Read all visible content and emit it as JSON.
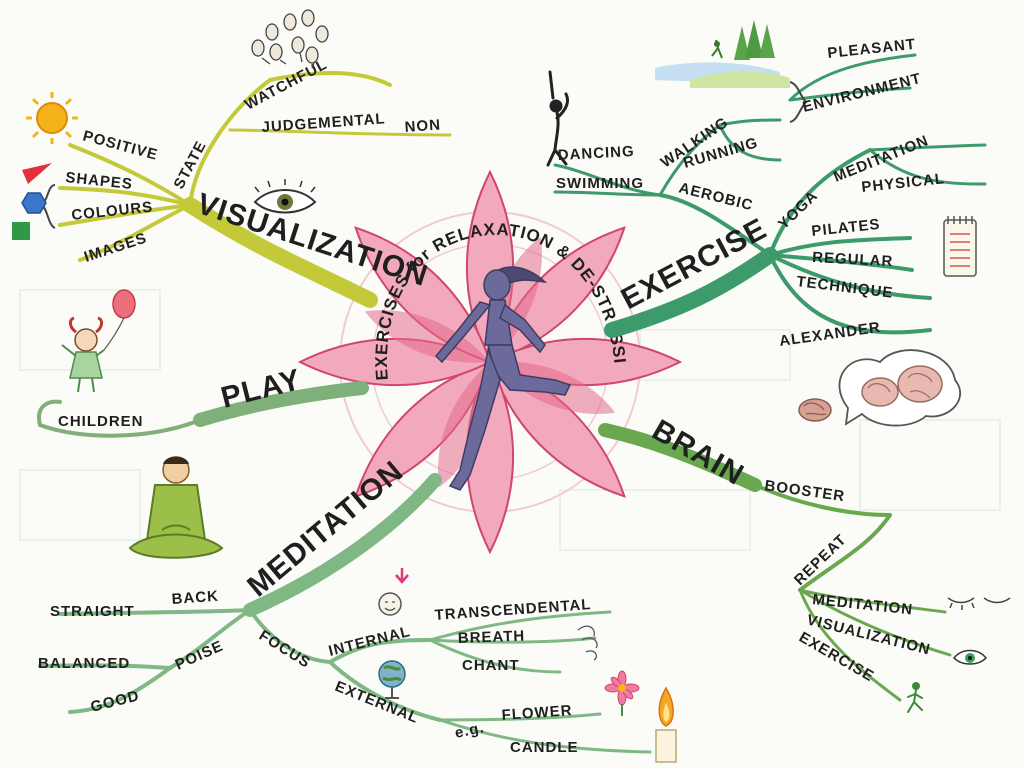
{
  "colors": {
    "visualization": "#c4c93a",
    "exercise": "#3d9a6a",
    "brain": "#6aa84f",
    "meditation": "#7fb884",
    "play": "#7fb07a",
    "petal": "#e0587a",
    "petal_light": "#f5c2cf",
    "runner": "#6b6a9a",
    "ink": "#1f1f1f"
  },
  "center": {
    "title": "EXERCISES for RELAXATION & DE-STRESSING"
  },
  "branches": {
    "visualization": {
      "label": "VISUALIZATION",
      "state": "STATE",
      "watchful": "WATCHFUL",
      "judgemental": "JUDGEMENTAL",
      "non": "NON",
      "positive": "POSITIVE",
      "shapes": "SHAPES",
      "colours": "COLOURS",
      "images": "IMAGES"
    },
    "exercise": {
      "label": "EXERCISE",
      "dancing": "DANCING",
      "swimming": "SWIMMING",
      "walking": "WALKING",
      "running": "RUNNING",
      "aerobic": "AEROBIC",
      "pleasant": "PLEASANT",
      "environment": "ENVIRONMENT",
      "yoga": "YOGA",
      "meditation": "MEDITATION",
      "physical": "PHYSICAL",
      "pilates": "PILATES",
      "regular": "REGULAR",
      "technique": "TECHNIQUE",
      "alexander": "ALEXANDER"
    },
    "brain": {
      "label": "BRAIN",
      "booster": "BOOSTER",
      "repeat": "REPEAT",
      "meditation": "MEDITATION",
      "visualization": "VISUALIZATION",
      "exercise": "EXERCISE"
    },
    "meditation": {
      "label": "MEDITATION",
      "back": "BACK",
      "straight": "STRAIGHT",
      "poise": "POISE",
      "balanced": "BALANCED",
      "good": "GOOD",
      "focus": "FOCUS",
      "internal": "INTERNAL",
      "transcendental": "TRANSCENDENTAL",
      "breath": "BREATH",
      "chant": "CHANT",
      "external": "EXTERNAL",
      "eg": "e.g.",
      "flower": "FLOWER",
      "candle": "CANDLE"
    },
    "play": {
      "label": "PLAY",
      "children": "CHILDREN"
    }
  }
}
